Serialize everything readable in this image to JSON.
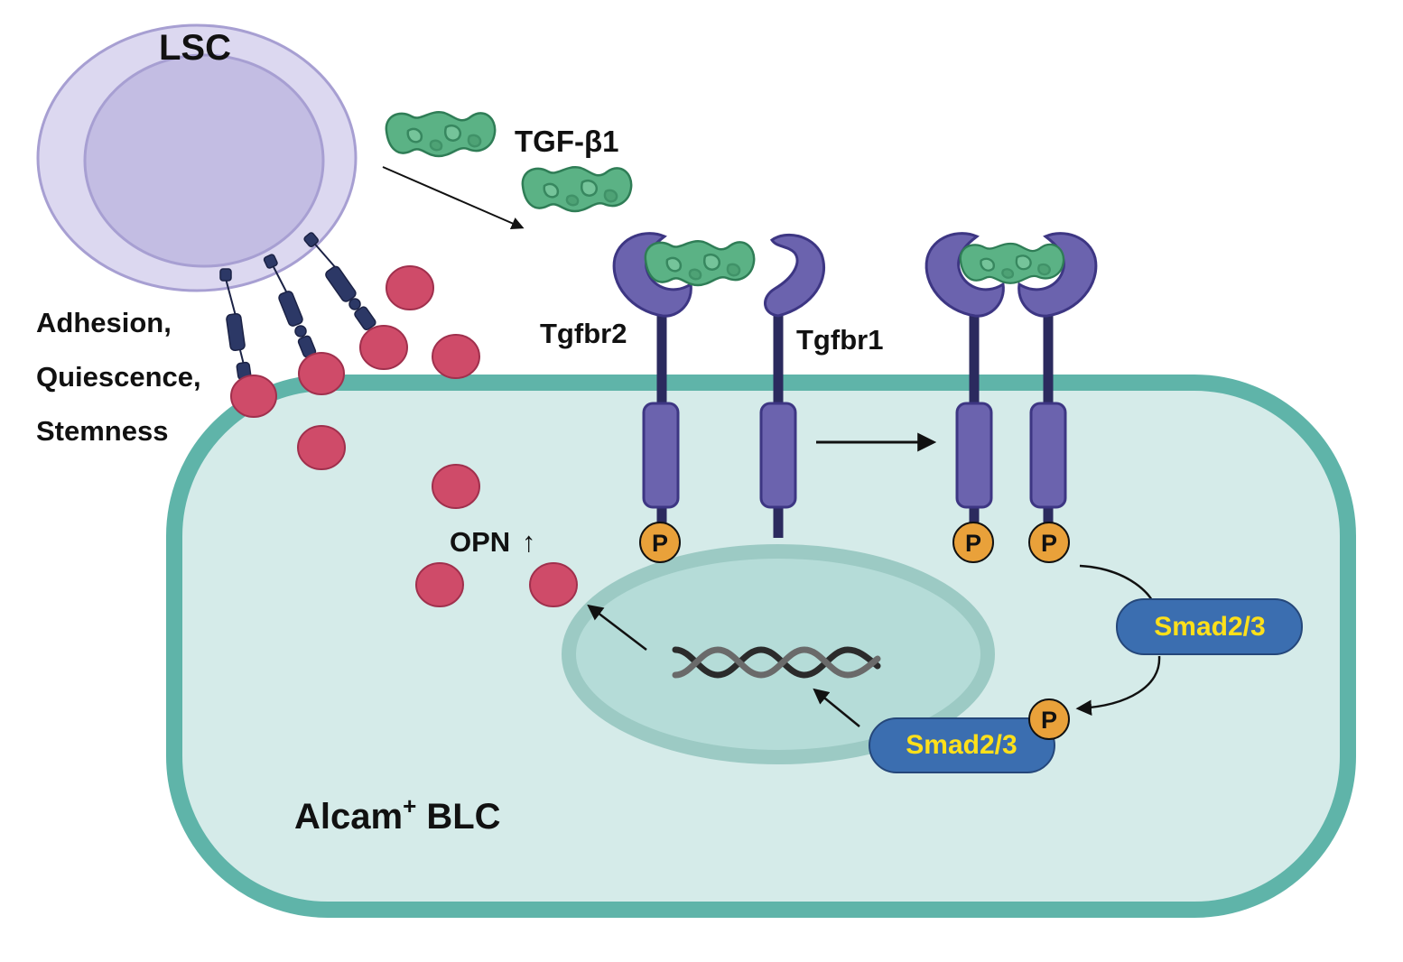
{
  "labels": {
    "lsc": "LSC",
    "tgf": "TGF-β1",
    "tgfbr2": "Tgfbr2",
    "tgfbr1": "Tgfbr1",
    "adhesion": "Adhesion,",
    "quiescence": "Quiescence,",
    "stemness": "Stemness",
    "opn": "OPN",
    "opn_arrow": "↑",
    "alcam_main": "Alcam",
    "alcam_sup": "+",
    "alcam_rest": " BLC",
    "smad_upper": "Smad2/3",
    "smad_lower": "Smad2/3",
    "phospho": "P"
  },
  "colors": {
    "lsc_outer": "#dcd8f0",
    "lsc_inner": "#c3bde3",
    "lsc_stroke": "#a79fd2",
    "cell_fill": "#d5ebe9",
    "cell_stroke": "#5fb4a9",
    "nucleus_fill": "#b5dcd8",
    "nucleus_stroke": "#9ccac4",
    "opn": "#cf4b69",
    "opn_stroke": "#a0304d",
    "tgf": "#5bb285",
    "tgf_stroke": "#2f7d56",
    "receptor": "#6b63ae",
    "receptor_stroke": "#3d3683",
    "receptor_stem": "#2b2a5e",
    "phospho": "#e9a13a",
    "smad_fill": "#3b6eb0",
    "smad_stroke": "#25477a",
    "smad_text": "#ffe01a",
    "adhesion_molecule": "#2c3866",
    "dna_dark": "#2b2b2b",
    "dna_light": "#6a6a6a"
  },
  "icons": {
    "ligand": "tgf-beta-ligand-icon",
    "receptor": "receptor-icon",
    "dna": "dna-helix-icon",
    "phosphate": "phosphate-icon",
    "opn": "opn-particle-icon"
  }
}
